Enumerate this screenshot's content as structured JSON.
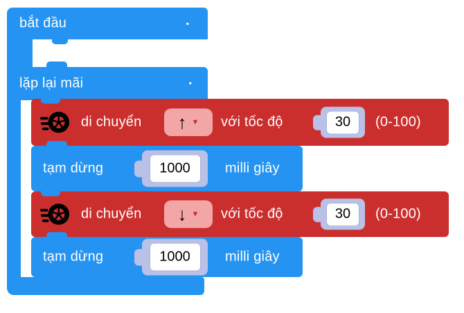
{
  "colors": {
    "block_blue": "#2493F1",
    "block_red": "#CA2F2E",
    "dropdown_pink": "#F2A6A6",
    "caret_red": "#C22D2C",
    "slot_lavender": "#B9C1E6",
    "field_white": "#FFFFFF",
    "label_text": "#FFFFFF",
    "value_text": "#000000"
  },
  "blocks": {
    "start": {
      "label": "bắt đầu",
      "dot": "."
    },
    "forever": {
      "label": "lặp lại mãi",
      "dot": "."
    },
    "move_up": {
      "icon": "wheel-icon",
      "label": "di chuyển",
      "direction_value": "↑",
      "dropdown_caret": "▼",
      "speed_label": "với tốc độ",
      "speed_value": "30",
      "range_hint": "(0-100)"
    },
    "pause_1": {
      "label": "tạm dừng",
      "duration_value": "1000",
      "unit_label": "milli giây"
    },
    "move_down": {
      "icon": "wheel-icon",
      "label": "di chuyển",
      "direction_value": "↓",
      "dropdown_caret": "▼",
      "speed_label": "với tốc độ",
      "speed_value": "30",
      "range_hint": "(0-100)"
    },
    "pause_2": {
      "label": "tạm dừng",
      "duration_value": "1000",
      "unit_label": "milli giây"
    }
  }
}
